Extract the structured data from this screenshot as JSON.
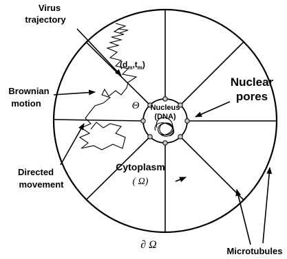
{
  "labels": {
    "virus_trajectory_line1": "Virus",
    "virus_trajectory_line2": "trajectory",
    "brownian_line1": "Brownian",
    "brownian_line2": "motion",
    "directed_line1": "Directed",
    "directed_line2": "movement",
    "nuclear_line1": "Nuclear",
    "nuclear_line2": "pores",
    "nucleus_line1": "Nucleus",
    "nucleus_line2": "(DNA)",
    "cytoplasm_line1": "Cytoplasm",
    "cytoplasm_line2": "( Ω)",
    "microtubules": "Microtubules",
    "theta": "Θ",
    "boundary": "∂ Ω",
    "point_dm": "(d",
    "point_sub_m1": "m",
    "point_tm": ",t",
    "point_sub_m2": "m",
    "point_close": ")"
  }
}
